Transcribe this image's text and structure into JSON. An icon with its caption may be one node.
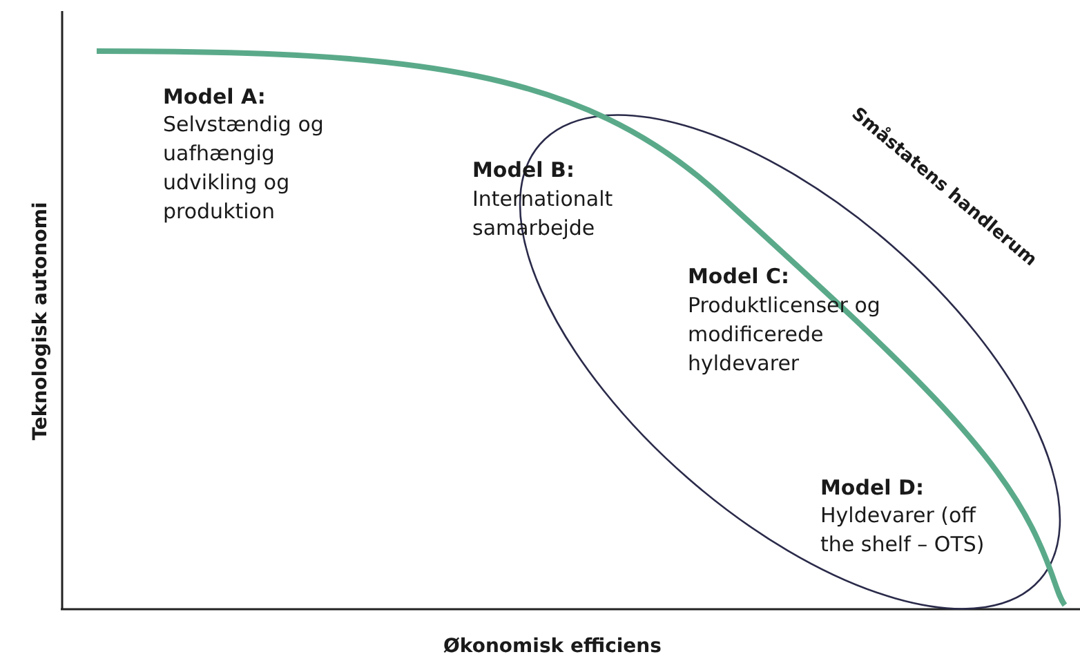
{
  "diagram": {
    "labels": [
      "Model A:",
      "Selvstændig og uafhængig udvikling og produktion",
      "Model B:",
      "Internationalt samarbejde",
      "Model C:",
      "Produktlicenser og modificerede hyldevarer",
      "Model D:",
      "Hyldevarer (off the shelf – OTS)",
      "Småstatens handlerum",
      "Teknologisk autonomi",
      "Økonomisk efficiens"
    ]
  }
}
